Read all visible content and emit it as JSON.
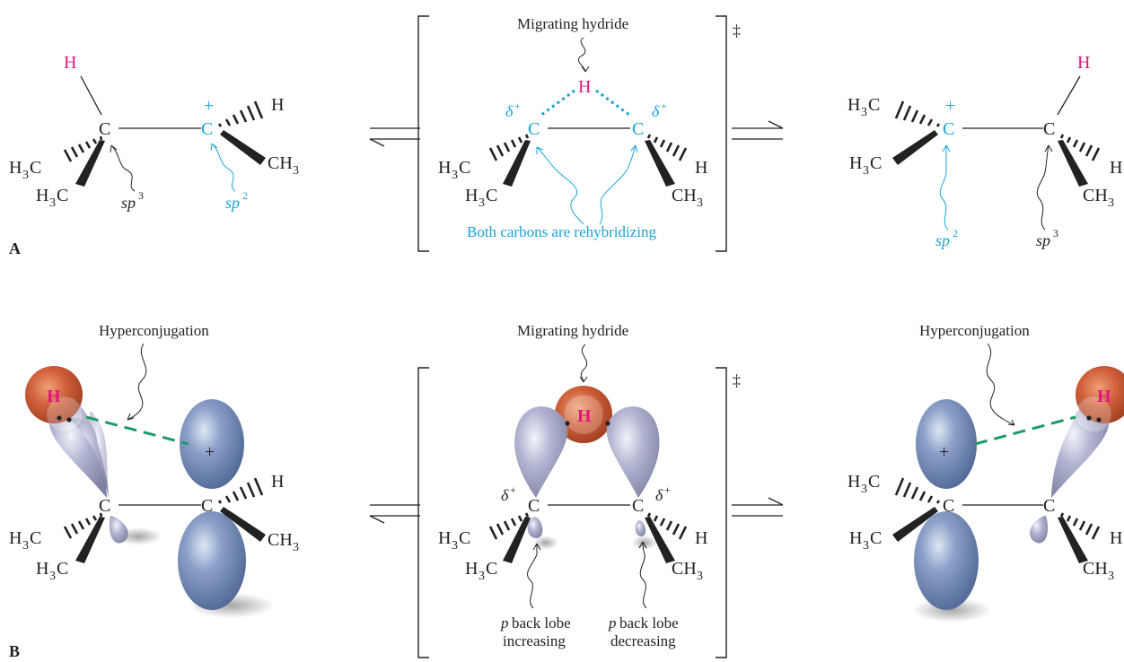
{
  "panel_labels": {
    "a": "A",
    "b": "B"
  },
  "atoms": {
    "H": "H",
    "C": "C",
    "H3C_main": "H",
    "H3C_sub": "3",
    "H3C_tail": "C",
    "CH3_main": "CH",
    "CH3_sub": "3",
    "plus": "+",
    "delta": "δ",
    "delta_sup": "+",
    "double_dagger": "‡"
  },
  "labels": {
    "migrating_hydride": "Migrating hydride",
    "both_carbons": "Both carbons are rehybridizing",
    "hyperconjugation": "Hyperconjugation",
    "sp": "sp",
    "sp3_sup": "3",
    "sp2_sup": "2",
    "p_back_lobe": "back lobe",
    "p_letter": "p",
    "increasing": "increasing",
    "decreasing": "decreasing"
  },
  "colors": {
    "hydride": "#e0187c",
    "cation": "#1aa3d9",
    "ink": "#222222",
    "hyperconj_line": "#1e9a6a",
    "orbital_blue": "#6d86b3",
    "orbital_lilac": "#a4a8c6",
    "hydrogen_orb": "#c4522c"
  }
}
